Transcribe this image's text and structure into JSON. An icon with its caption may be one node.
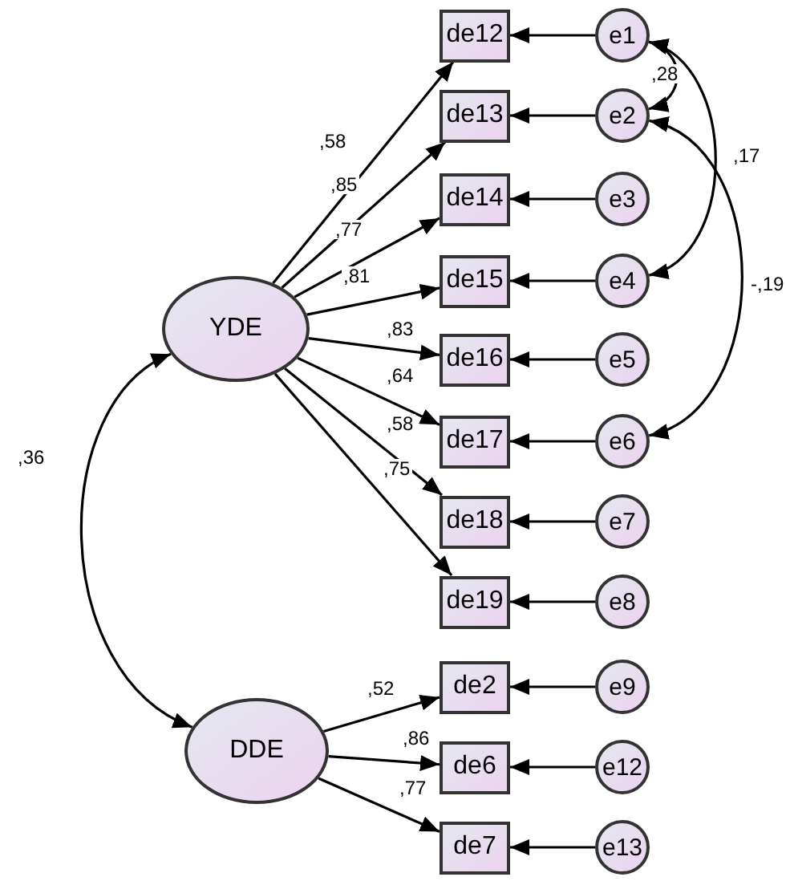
{
  "diagram": {
    "nodes": [
      {
        "text": [
          "YDE"
        ]
      },
      {
        "text": [
          "DDE"
        ]
      },
      {
        "text": [
          "de12"
        ]
      },
      {
        "text": [
          "de13"
        ]
      },
      {
        "text": [
          "de14"
        ]
      },
      {
        "text": [
          "de15"
        ]
      },
      {
        "text": [
          "de16"
        ]
      },
      {
        "text": [
          "de17"
        ]
      },
      {
        "text": [
          "de18"
        ]
      },
      {
        "text": [
          "de19"
        ]
      },
      {
        "text": [
          "de2"
        ]
      },
      {
        "text": [
          "de6"
        ]
      },
      {
        "text": [
          "de7"
        ]
      },
      {
        "text": [
          "e1"
        ]
      },
      {
        "text": [
          "e2"
        ]
      },
      {
        "text": [
          "e3"
        ]
      },
      {
        "text": [
          "e4"
        ]
      },
      {
        "text": [
          "e5"
        ]
      },
      {
        "text": [
          "e6"
        ]
      },
      {
        "text": [
          "e7"
        ]
      },
      {
        "text": [
          "e8"
        ]
      },
      {
        "text": [
          "e9"
        ]
      },
      {
        "text": [
          "e12"
        ]
      },
      {
        "text": [
          "e13"
        ]
      }
    ],
    "edges": [
      {
        "from": 0,
        "to": 2,
        "arrow": "to",
        "label": ",58"
      },
      {
        "from": 0,
        "to": 3,
        "arrow": "to",
        "label": ",85"
      },
      {
        "from": 0,
        "to": 4,
        "arrow": "to",
        "label": ",77"
      },
      {
        "from": 0,
        "to": 5,
        "arrow": "to",
        "label": ",81"
      },
      {
        "from": 0,
        "to": 6,
        "arrow": "to",
        "label": ",83"
      },
      {
        "from": 0,
        "to": 7,
        "arrow": "to",
        "label": ",64"
      },
      {
        "from": 0,
        "to": 8,
        "arrow": "to",
        "label": ",58"
      },
      {
        "from": 0,
        "to": 9,
        "arrow": "to",
        "label": ",75"
      },
      {
        "from": 1,
        "to": 10,
        "arrow": "to",
        "label": ",52"
      },
      {
        "from": 1,
        "to": 11,
        "arrow": "to",
        "label": ",86"
      },
      {
        "from": 1,
        "to": 12,
        "arrow": "to",
        "label": ",77"
      },
      {
        "from": 13,
        "to": 2,
        "arrow": "to"
      },
      {
        "from": 14,
        "to": 3,
        "arrow": "to"
      },
      {
        "from": 15,
        "to": 4,
        "arrow": "to"
      },
      {
        "from": 16,
        "to": 5,
        "arrow": "to"
      },
      {
        "from": 17,
        "to": 6,
        "arrow": "to"
      },
      {
        "from": 18,
        "to": 7,
        "arrow": "to"
      },
      {
        "from": 19,
        "to": 8,
        "arrow": "to"
      },
      {
        "from": 20,
        "to": 9,
        "arrow": "to"
      },
      {
        "from": 21,
        "to": 10,
        "arrow": "to"
      },
      {
        "from": 22,
        "to": 11,
        "arrow": "to"
      },
      {
        "from": 23,
        "to": 12,
        "arrow": "to"
      },
      {
        "from": 0,
        "to": 1,
        "arrow": "both",
        "label": ",36"
      },
      {
        "from": 13,
        "to": 14,
        "arrow": "both",
        "label": ",28"
      },
      {
        "from": 13,
        "to": 16,
        "arrow": "both",
        "label": ",17"
      },
      {
        "from": 14,
        "to": 18,
        "arrow": "both",
        "label": "-,19"
      }
    ]
  }
}
